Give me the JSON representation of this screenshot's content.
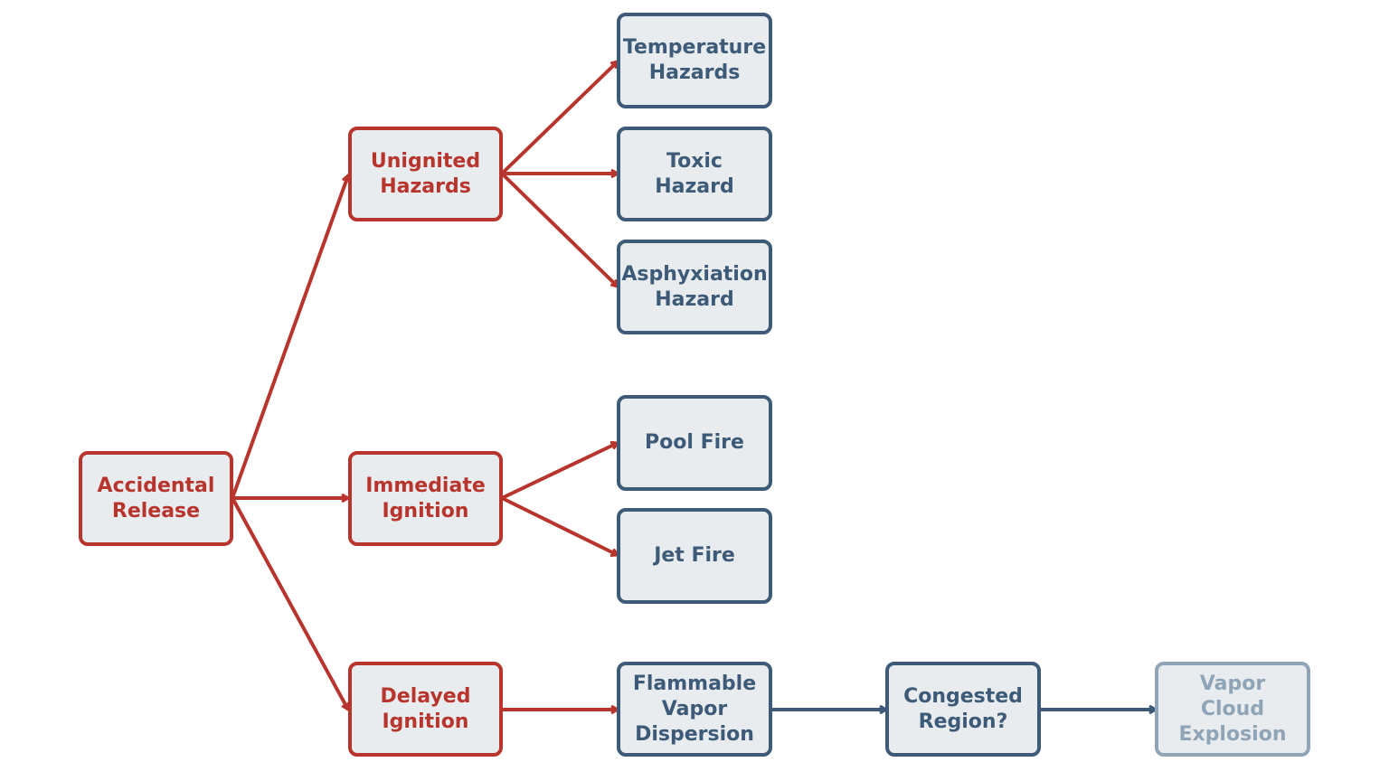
{
  "nodes": {
    "accidental_release": "Accidental\nRelease",
    "unignited_hazards": "Unignited\nHazards",
    "immediate_ignition": "Immediate\nIgnition",
    "delayed_ignition": "Delayed\nIgnition",
    "temperature_hazards": "Temperature\nHazards",
    "toxic_hazard": "Toxic\nHazard",
    "asphyxiation_hazard": "Asphyxiation\nHazard",
    "pool_fire": "Pool Fire",
    "jet_fire": "Jet Fire",
    "flammable_vapor_dispersion": "Flammable\nVapor\nDispersion",
    "congested_region": "Congested\nRegion?",
    "vapor_cloud_explosion": "Vapor\nCloud\nExplosion"
  },
  "colors": {
    "red": "#b8352d",
    "blue": "#3d5b78",
    "faded": "#8fa4b6",
    "box_fill": "#e9ecee"
  }
}
